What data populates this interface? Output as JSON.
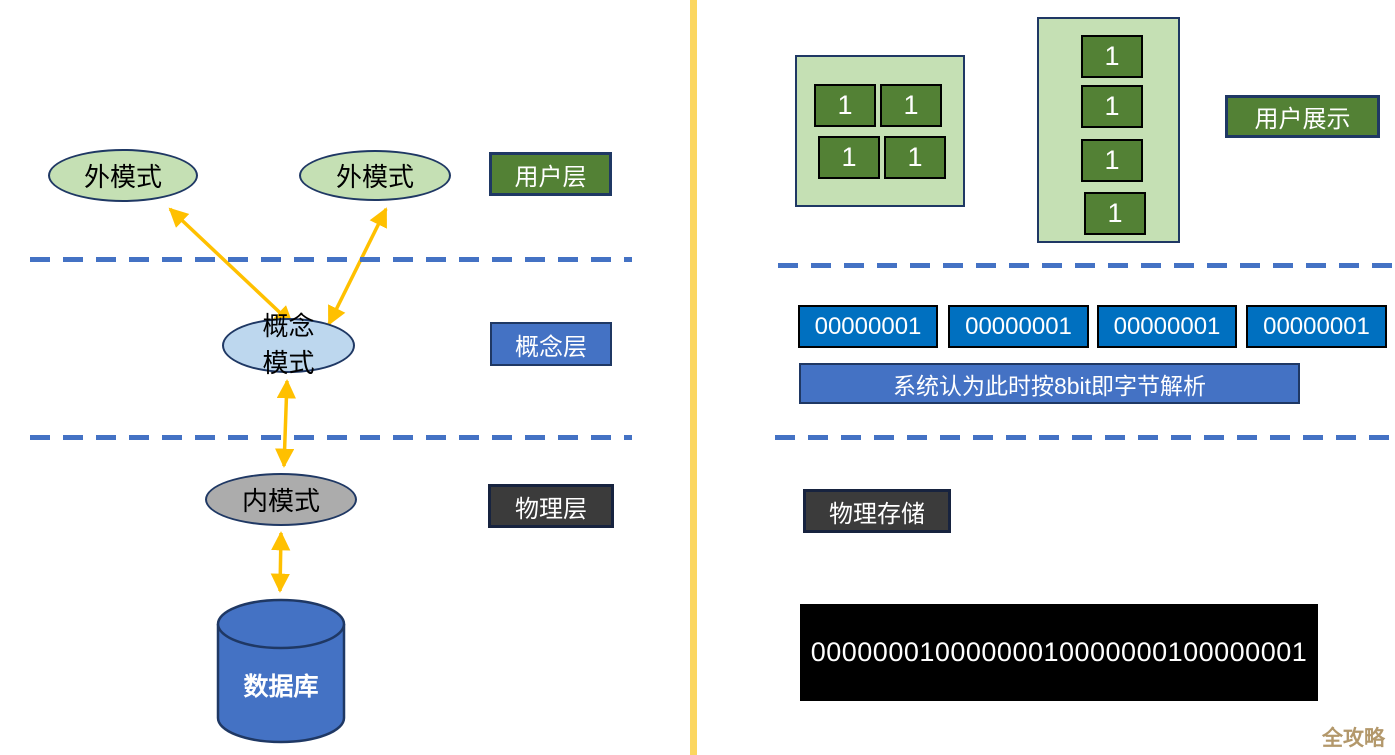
{
  "left": {
    "external_schema_1": "外模式",
    "external_schema_2": "外模式",
    "user_layer_label": "用户层",
    "concept_schema_line1": "概念",
    "concept_schema_line2": "模式",
    "concept_layer_label": "概念层",
    "internal_schema": "内模式",
    "physical_layer_label": "物理层",
    "database_label": "数据库"
  },
  "right": {
    "grid_bits": [
      "1",
      "1",
      "1",
      "1"
    ],
    "column_bits": [
      "1",
      "1",
      "1",
      "1"
    ],
    "user_display_label": "用户展示",
    "bytes": [
      "00000001",
      "00000001",
      "00000001",
      "00000001"
    ],
    "byte_caption": "系统认为此时按8bit即字节解析",
    "physical_storage_label": "物理存储",
    "bitstream": "00000001000000010000000100000001",
    "watermark": "全攻略"
  },
  "colors": {
    "light_green": "#C5E0B4",
    "dark_green": "#538135",
    "navy_border": "#1F3864",
    "light_blue": "#BDD7EE",
    "medium_blue": "#4472C4",
    "bright_blue": "#0070C0",
    "gray_ellipse": "#ACACAC",
    "dark_gray": "#3B3B3B",
    "divider_yellow": "#FBD660",
    "arrow_orange": "#FFC000",
    "watermark_gold": "#B3986B",
    "storage_black": "#000000"
  }
}
